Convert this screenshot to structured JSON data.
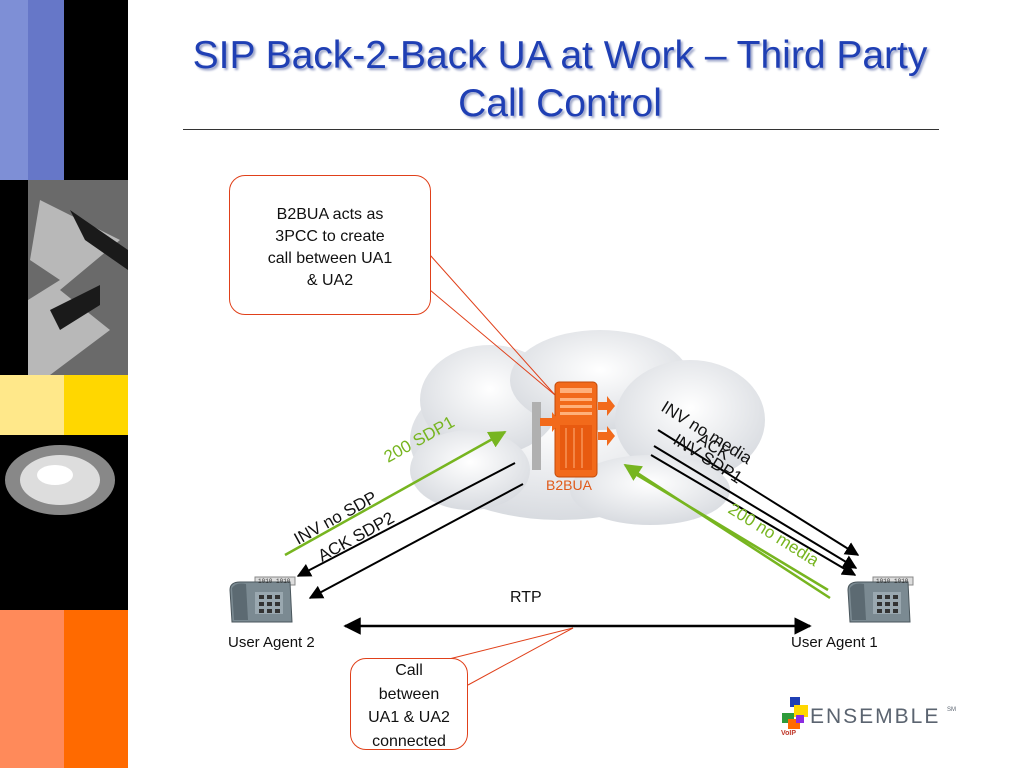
{
  "title": "SIP Back-2-Back UA at Work – Third Party Call Control",
  "callouts": {
    "top": [
      "B2BUA acts as",
      "3PCC to create",
      "call between UA1",
      "& UA2"
    ],
    "bottom": [
      "Call",
      "between",
      "UA1 & UA2",
      "connected"
    ]
  },
  "nodes": {
    "server_label": "B2BUA",
    "ua2_label": "User Agent 2",
    "ua1_label": "User Agent 1",
    "phone_display": "1010 1010"
  },
  "messages": {
    "left_200": "200 SDP1",
    "left_inv": "INV no SDP",
    "left_ack": "ACK SDP2",
    "right_inv": "INV no media",
    "right_ack": "ACK",
    "right_inv_sdp1": "INV SDP1",
    "right_200": "200 no media",
    "rtp": "RTP"
  },
  "logo": {
    "text": "ENSEMBLE",
    "mark": "SM",
    "sub": "VoIP"
  },
  "colors": {
    "title": "#1f3fb4",
    "green_arrow": "#77b520",
    "black_arrow": "#000000",
    "server": "#f26a1b",
    "callout_border": "#e0401a",
    "sidebar_blue": "#7e8fd6",
    "sidebar_yellow": "#ffd700",
    "sidebar_orange": "#ff6a00"
  }
}
